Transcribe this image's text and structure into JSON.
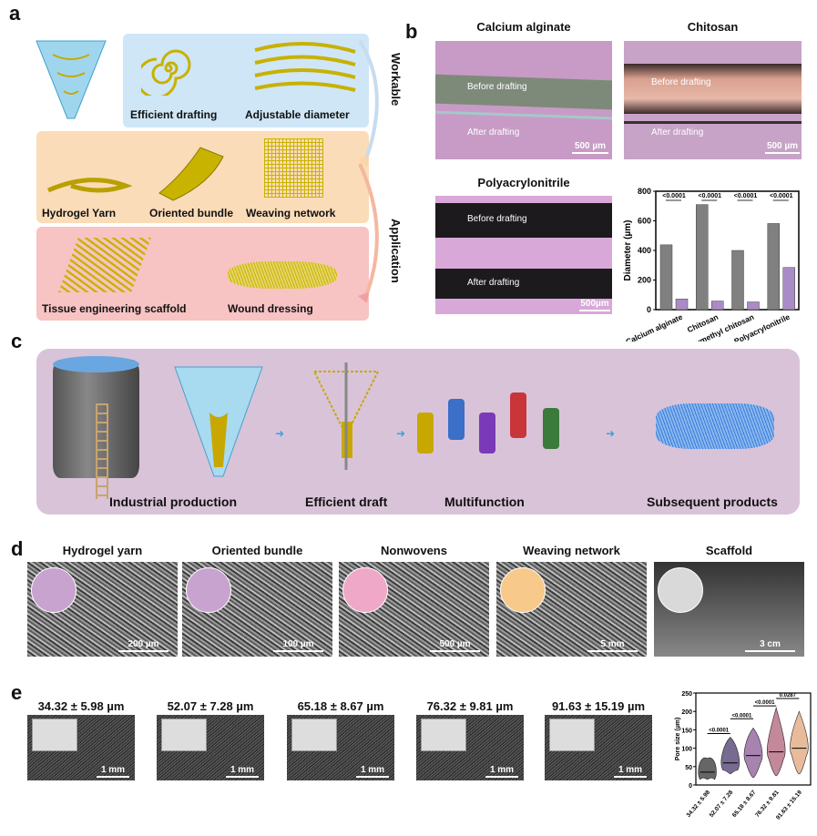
{
  "panel_labels": [
    "a",
    "b",
    "c",
    "d",
    "e"
  ],
  "a": {
    "items": [
      "Efficient drafting",
      "Adjustable diameter",
      "Hydrogel Yarn",
      "Oriented bundle",
      "Weaving network",
      "Tissue engineering scaffold",
      "Wound dressing"
    ],
    "side_labels": [
      "Workable",
      "Application"
    ],
    "colors": {
      "blue": "#cfe6f7",
      "orange": "#fbdcb8",
      "pink": "#f7c3c3"
    }
  },
  "b": {
    "images": [
      {
        "title": "Calcium alginate",
        "before": "Before drafting",
        "after": "After drafting",
        "scale": "500 µm"
      },
      {
        "title": "Chitosan",
        "before": "Before drafting",
        "after": "After drafting",
        "scale": "500 µm"
      },
      {
        "title": "Polyacrylonitrile",
        "before": "Before drafting",
        "after": "After drafting",
        "scale": "500µm"
      }
    ]
  },
  "c": {
    "labels": [
      "Industrial production",
      "Efficient draft",
      "Multifunction",
      "Subsequent products"
    ]
  },
  "d": {
    "items": [
      {
        "title": "Hydrogel yarn",
        "scale": "200 µm"
      },
      {
        "title": "Oriented bundle",
        "scale": "100 µm"
      },
      {
        "title": "Nonwovens",
        "scale": "500 µm"
      },
      {
        "title": "Weaving network",
        "scale": "5 mm"
      },
      {
        "title": "Scaffold",
        "scale": "3 cm"
      }
    ]
  },
  "e": {
    "items": [
      {
        "title": "34.32 ± 5.98 µm",
        "scale": "1 mm"
      },
      {
        "title": "52.07 ± 7.28 µm",
        "scale": "1 mm"
      },
      {
        "title": "65.18 ± 8.67 µm",
        "scale": "1 mm"
      },
      {
        "title": "76.32 ± 9.81 µm",
        "scale": "1 mm"
      },
      {
        "title": "91.63 ± 15.19 µm",
        "scale": "1 mm"
      }
    ]
  },
  "chart_data": [
    {
      "type": "bar",
      "title": "",
      "ylabel": "Diameter (µm)",
      "ylim": [
        0,
        800
      ],
      "yticks": [
        0,
        200,
        400,
        600,
        800
      ],
      "categories": [
        "Calcium alginate",
        "Chitosan",
        "carboxymethyl chitosan",
        "Polyacrylonitrile"
      ],
      "series": [
        {
          "name": "Before drafting",
          "color": "#808080",
          "values": [
            438,
            710,
            400,
            582
          ]
        },
        {
          "name": "After drafting",
          "color": "#a98bc5",
          "values": [
            72,
            58,
            52,
            285
          ]
        }
      ],
      "annotations": [
        "<0.0001",
        "<0.0001",
        "<0.0001",
        "<0.0001"
      ]
    },
    {
      "type": "violin",
      "ylabel": "Pore size (µm)",
      "ylim": [
        0,
        250
      ],
      "yticks": [
        0,
        50,
        100,
        150,
        200,
        250
      ],
      "categories": [
        "34.32 ± 5.98",
        "52.07 ± 7.28",
        "65.18 ± 8.67",
        "76.32 ± 9.81",
        "91.63 ± 15.19"
      ],
      "medians": [
        35,
        60,
        80,
        90,
        100
      ],
      "maxima": [
        72,
        130,
        155,
        210,
        200
      ],
      "minima": [
        15,
        30,
        20,
        25,
        30
      ],
      "colors": [
        "#333333",
        "#4b3a6e",
        "#8a5a95",
        "#b0607a",
        "#e0a57a"
      ],
      "annotations": [
        {
          "pair": [
            1,
            2
          ],
          "p": "<0.0001"
        },
        {
          "pair": [
            2,
            3
          ],
          "p": "<0.0001"
        },
        {
          "pair": [
            3,
            4
          ],
          "p": "<0.0001"
        },
        {
          "pair": [
            4,
            5
          ],
          "p": "0.0287"
        }
      ]
    }
  ]
}
